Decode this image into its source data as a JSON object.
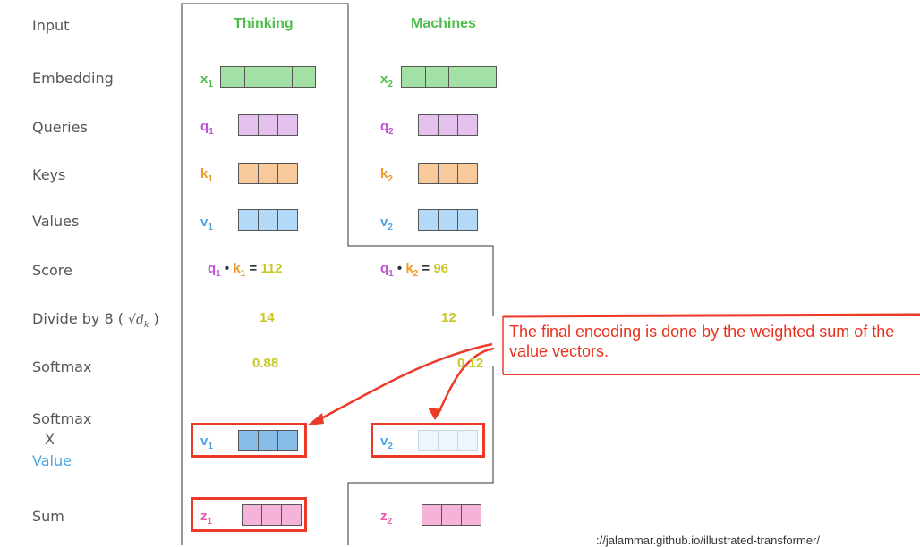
{
  "rows": [
    {
      "key": "input",
      "label": "Input"
    },
    {
      "key": "embedding",
      "label": "Embedding"
    },
    {
      "key": "queries",
      "label": "Queries"
    },
    {
      "key": "keys",
      "label": "Keys"
    },
    {
      "key": "values",
      "label": "Values"
    },
    {
      "key": "score",
      "label": "Score"
    },
    {
      "key": "divide",
      "label": "Divide by 8 ( "
    },
    {
      "key": "softmax",
      "label": "Softmax"
    },
    {
      "key": "softmax_x_value",
      "label_line1": "Softmax",
      "label_line2": "X",
      "label_line3": "Value"
    },
    {
      "key": "sum",
      "label": "Sum"
    }
  ],
  "divide_suffix": " )",
  "sqrt_dk": "√d",
  "sqrt_sub": "k",
  "words": [
    "Thinking",
    "Machines"
  ],
  "vectors": {
    "x1": "x",
    "x2": "x",
    "q1": "q",
    "q2": "q",
    "k1": "k",
    "k2": "k",
    "v1": "v",
    "v2": "v",
    "z1": "z",
    "z2": "z",
    "sub1": "1",
    "sub2": "2"
  },
  "score": {
    "s1_q": "q",
    "s1_k": "k",
    "s1_val": "112",
    "s2_q": "q",
    "s2_k": "k",
    "s2_val": "96",
    "dot": " • ",
    "eq": " = "
  },
  "divided": [
    "14",
    "12"
  ],
  "softmax": [
    "0.88",
    "0.12"
  ],
  "callout": "The final encoding is done by the weighted sum of the value vectors.",
  "footer": "://jalammar.github.io/illustrated-transformer/",
  "colors": {
    "green": "#4cbd4c",
    "purple": "#bf55d6",
    "orange": "#ee9a2b",
    "blue": "#4ba4e3",
    "pink": "#e65ab0",
    "yellow": "#c8c726",
    "red": "#ec3a28"
  }
}
